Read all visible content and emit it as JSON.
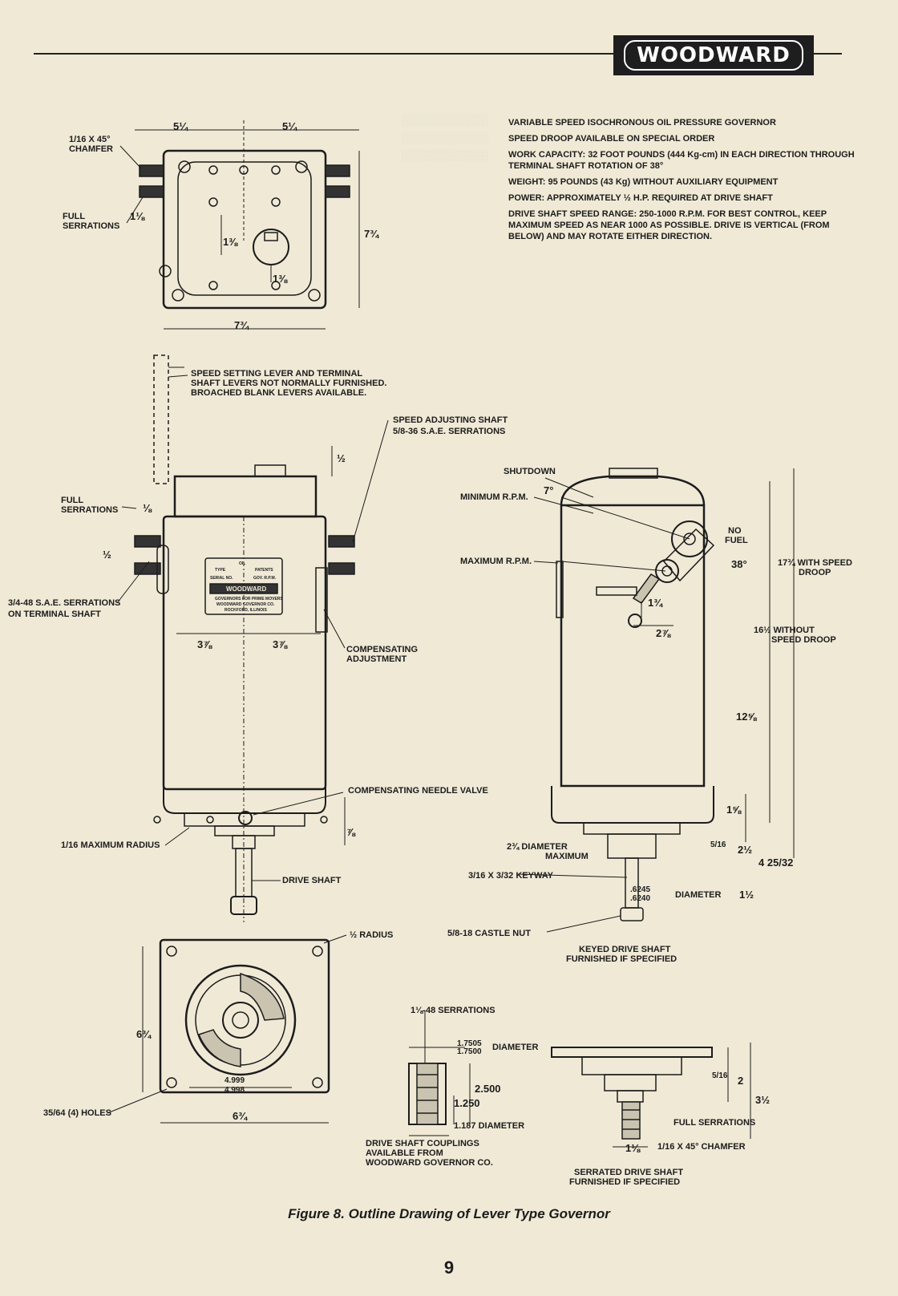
{
  "header": {
    "brand": "WOODWARD"
  },
  "specs": [
    "VARIABLE SPEED ISOCHRONOUS OIL PRESSURE GOVERNOR",
    "SPEED DROOP AVAILABLE ON SPECIAL ORDER",
    "WORK CAPACITY: 32 FOOT POUNDS (444 Kg-cm) IN EACH DIRECTION THROUGH TERMINAL SHAFT ROTATION OF 38°",
    "WEIGHT: 95 POUNDS (43 Kg) WITHOUT AUXILIARY EQUIPMENT",
    "POWER: APPROXIMATELY ½ H.P. REQUIRED AT DRIVE SHAFT",
    "DRIVE SHAFT SPEED RANGE: 250-1000 R.P.M. FOR BEST CONTROL, KEEP MAXIMUM SPEED AS NEAR 1000 AS POSSIBLE. DRIVE IS VERTICAL (FROM BELOW) AND MAY ROTATE EITHER DIRECTION."
  ],
  "labels": {
    "chamfer_top": "1/16 X 45° CHAMFER",
    "full_serrations_top": "FULL SERRATIONS",
    "lever_note_1": "SPEED SETTING LEVER AND TERMINAL",
    "lever_note_2": "SHAFT LEVERS NOT NORMALLY FURNISHED.",
    "lever_note_3": "BROACHED BLANK LEVERS AVAILABLE.",
    "speed_adjusting_1": "SPEED ADJUSTING SHAFT",
    "speed_adjusting_2": "5/8-36 S.A.E. SERRATIONS",
    "full_serrations_mid": "FULL SERRATIONS",
    "sae_serrations_1": "3/4-48 S.A.E. SERRATIONS",
    "sae_serrations_2": "ON TERMINAL SHAFT",
    "compensating_adj_1": "COMPENSATING",
    "compensating_adj_2": "ADJUSTMENT",
    "compensating_needle": "COMPENSATING NEEDLE VALVE",
    "max_radius": "1/16 MAXIMUM RADIUS",
    "drive_shaft": "DRIVE SHAFT",
    "half_radius": "½ RADIUS",
    "holes": "35/64 (4) HOLES",
    "shutdown": "SHUTDOWN",
    "min_rpm": "MINIMUM R.P.M.",
    "max_rpm": "MAXIMUM R.P.M.",
    "no_fuel_1": "NO",
    "no_fuel_2": "FUEL",
    "with_droop_1": "17¾ WITH SPEED",
    "with_droop_2": "DROOP",
    "without_droop_1": "16½ WITHOUT",
    "without_droop_2": "SPEED DROOP",
    "diameter_max_1": "2¾ DIAMETER",
    "diameter_max_2": "MAXIMUM",
    "keyway": "3/16 X 3/32 KEYWAY",
    "diameter_6245": "DIAMETER",
    "castle_nut": "5/8-18 CASTLE NUT",
    "keyed_1": "KEYED DRIVE SHAFT",
    "keyed_2": "FURNISHED IF SPECIFIED",
    "serrations_148": "1⅛-48 SERRATIONS",
    "diameter_17505": "DIAMETER",
    "diameter_1187": "1.187 DIAMETER",
    "coupling_1": "DRIVE SHAFT COUPLINGS",
    "coupling_2": "AVAILABLE FROM",
    "coupling_3": "WOODWARD GOVERNOR CO.",
    "full_serr_bottom": "FULL SERRATIONS",
    "chamfer_bottom": "1/16 X 45° CHAMFER",
    "serrated_1": "SERRATED DRIVE SHAFT",
    "serrated_2": "FURNISHED IF SPECIFIED"
  },
  "dims": {
    "d_5q_l": "5¼",
    "d_5q_r": "5¼",
    "d_1_3_8": "1⅜",
    "d_1_8": "1⅛",
    "d_7_3_4_r": "7¾",
    "d_1_3_8_b": "1⅜",
    "d_7_3_4_b": "7¾",
    "d_half_top": "½",
    "d_1_8_mid": "⅛",
    "d_half_left": "½",
    "d_3_7_8_l": "3⅞",
    "d_3_7_8_r": "3⅞",
    "d_7_8": "⅞",
    "d_6_3_4_v": "6¾",
    "d_4999": "4.999",
    "d_4998": "4.998",
    "d_6_3_4_h": "6¾",
    "d_7deg": "7°",
    "d_38deg": "38°",
    "d_1_3_4": "1¾",
    "d_2_7_8": "2⅞",
    "d_12_5_8": "12⅝",
    "d_1_5_8": "1⅝",
    "d_5_16": "5/16",
    "d_2_half": "2½",
    "d_4_25_32": "4 25/32",
    "d_6245": ".6245",
    "d_6240": ".6240",
    "d_1_half": "1½",
    "d_17505": "1.7505",
    "d_17500": "1.7500",
    "d_2500": "2.500",
    "d_1250": "1.250",
    "d_5_16_b": "5/16",
    "d_2_b": "2",
    "d_3_half": "3½",
    "d_1_1_8_b": "1⅛"
  },
  "nameplate": {
    "top": "OIL",
    "type": "TYPE",
    "patents": "PATENTS",
    "serial": "SERIAL NO.",
    "gov_rpm": "GOV. R.P.M.",
    "brand": "WOODWARD",
    "line1": "GOVERNORS FOR PRIME MOVERS",
    "line2": "WOODWARD GOVERNOR CO.",
    "line3": "ROCKFORD, ILLINOIS"
  },
  "caption": "Figure 8. Outline Drawing of Lever Type Governor",
  "page_number": "9"
}
